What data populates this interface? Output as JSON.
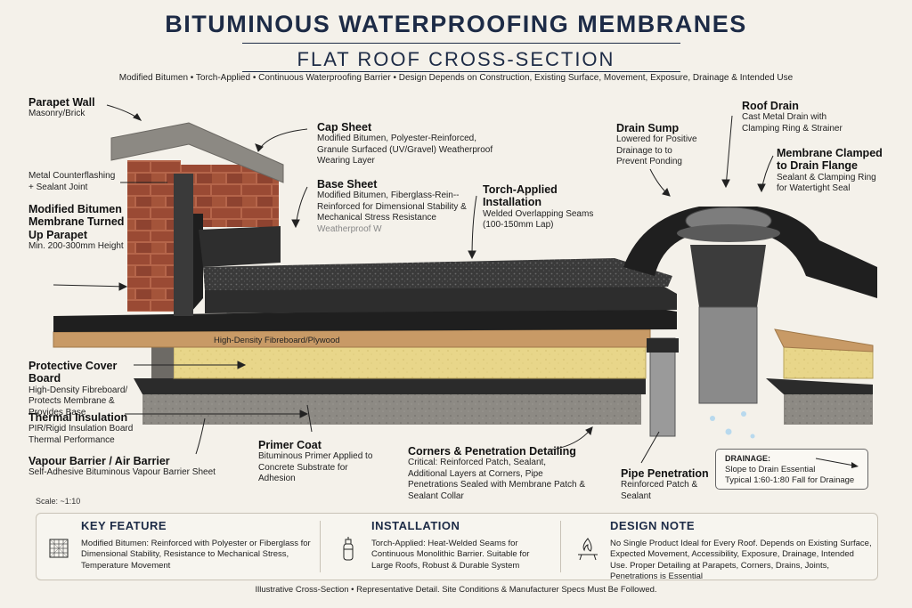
{
  "header": {
    "title": "BITUMINOUS WATERPROOFING MEMBRANES",
    "subtitle": "FLAT ROOF CROSS-SECTION",
    "tagline": "Modified Bitumen • Torch-Applied • Continuous Waterproofing Barrier • Design Depends on Construction, Existing Surface, Movement, Exposure, Drainage & Intended Use"
  },
  "labels": {
    "parapet_wall": {
      "title": "Parapet Wall",
      "desc": "Masonry/Brick"
    },
    "counterflashing": {
      "desc": "Metal Counterflashing + Sealant Joint"
    },
    "membrane_turned_up": {
      "title": "Modified Bitumen Membrane Turned Up Parapet",
      "desc": "Min. 200-300mm Height"
    },
    "cap_sheet": {
      "title": "Cap Sheet",
      "desc": "Modified Bitumen, Polyester-Reinforced, Granule Surfaced (UV/Gravel) Weatherproof Wearing Layer"
    },
    "base_sheet": {
      "title": "Base Sheet",
      "desc": "Modified Bitumen, Fiberglass-Rein-- Reinforced for Dimensional Stability & Mechanical Stress Resistance",
      "desc_faded": "Weatherproof W"
    },
    "torch_applied": {
      "title": "Torch-Applied Installation",
      "desc": "Welded Overlapping Seams (100-150mm Lap)"
    },
    "drain_sump": {
      "title": "Drain Sump",
      "desc": "Lowered for Positive Drainage to to Prevent Ponding"
    },
    "roof_drain": {
      "title": "Roof Drain",
      "desc": "Cast Metal Drain with Clamping Ring & Strainer"
    },
    "membrane_clamped": {
      "title": "Membrane Clamped to Drain Flange",
      "desc": "Sealant & Clamping Ring for Watertight Seal"
    },
    "fibreboard_inline": "High-Density Fibreboard/Plywood",
    "protective_cover": {
      "title": "Protective Cover Board",
      "desc": "High-Density Fibreboard/ Protects Membrane & Provides Base"
    },
    "thermal_insulation": {
      "title": "Thermal Insulation",
      "desc": "PIR/Rigid Insulation Board Thermal Performance"
    },
    "vapour_barrier": {
      "title": "Vapour Barrier / Air Barrier",
      "desc": "Self-Adhesive Bituminous Vapour Barrier Sheet"
    },
    "primer_coat": {
      "title": "Primer Coat",
      "desc": "Bituminous Primer Applied to Concrete Substrate for Adhesion"
    },
    "corners": {
      "title": "Corners & Penetration Detailing",
      "desc": "Critical: Reinforced Patch, Sealant, Additional Layers at Corners, Pipe Penetrations Sealed with Membrane Patch & Sealant Collar"
    },
    "pipe_penetration": {
      "title": "Pipe Penetration",
      "desc": "Reinforced Patch & Sealant"
    },
    "drainage_box": {
      "title": "DRAINAGE:",
      "line1": "Slope to Drain Essential",
      "line2": "Typical 1:60-1:80 Fall for Drainage"
    },
    "scale": "Scale: ~1:10"
  },
  "features": [
    {
      "title": "KEY FEATURE",
      "icon": "mesh-icon",
      "text": "Modified Bitumen: Reinforced with Polyester or Fiberglass for Dimensional Stability, Resistance to Mechanical Stress, Temperature Movement"
    },
    {
      "title": "INSTALLATION",
      "icon": "torch-icon",
      "text": "Torch-Applied: Heat-Welded Seams for Continuous Monolithic Barrier. Suitable for Large Roofs, Robust & Durable System"
    },
    {
      "title": "DESIGN NOTE",
      "icon": "flame-icon",
      "text": "No Single Product Ideal for Every Roof. Depends on Existing Surface, Expected Movement, Accessibility, Exposure, Drainage, Intended Use. Proper Detailing at Parapets, Corners, Drains, Joints, Penetrations is Essential"
    }
  ],
  "footer": "Illustrative Cross-Section • Representative Detail. Site Conditions & Manufacturer Specs Must Be Followed.",
  "colors": {
    "title": "#1d2b46",
    "brick": "#9a4a34",
    "membrane": "#2a2a2a",
    "insulation": "#e8d68a",
    "concrete": "#8d8a84",
    "fibreboard": "#c89a66"
  }
}
